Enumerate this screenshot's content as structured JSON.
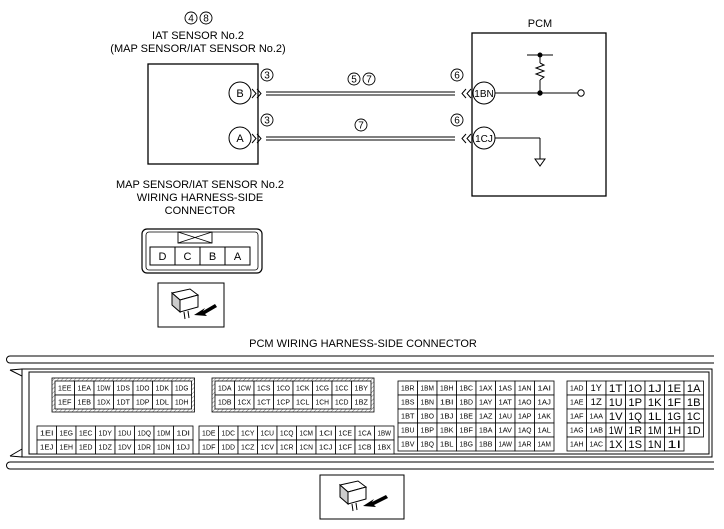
{
  "sensor": {
    "refs": [
      "4",
      "8"
    ],
    "title_line1": "IAT SENSOR No.2",
    "title_line2": "(MAP SENSOR/IAT SENSOR No.2)",
    "pin_b": "B",
    "pin_a": "A",
    "harness_title_line1": "MAP SENSOR/IAT SENSOR No.2",
    "harness_title_line2": "WIRING HARNESS-SIDE",
    "harness_title_line3": "CONNECTOR",
    "connector_terminals": [
      "D",
      "C",
      "B",
      "A"
    ]
  },
  "pcm": {
    "title": "PCM",
    "pin_1bn": "1BN",
    "pin_1cj": "1CJ",
    "harness_title": "PCM WIRING HARNESS-SIDE CONNECTOR"
  },
  "wires": {
    "upper": {
      "left_ref": "3",
      "mid_refs": [
        "5",
        "7"
      ],
      "right_ref": "6"
    },
    "lower": {
      "left_ref": "3",
      "mid_refs": [
        "7"
      ],
      "right_ref": "6"
    }
  },
  "pcm_connector": {
    "block1": [
      [
        "1EE",
        "1EA",
        "1DW",
        "1DS",
        "1DO",
        "1DK",
        "1DG"
      ],
      [
        "1EF",
        "1EB",
        "1DX",
        "1DT",
        "1DP",
        "1DL",
        "1DH"
      ]
    ],
    "block2": [
      [
        "1DA",
        "1CW",
        "1CS",
        "1CO",
        "1CK",
        "1CG",
        "1CC",
        "1BY"
      ],
      [
        "1DB",
        "1CX",
        "1CT",
        "1CP",
        "1CL",
        "1CH",
        "1CD",
        "1BZ"
      ]
    ],
    "block3": [
      [
        "1EI",
        "1EG",
        "1EC",
        "1DY",
        "1DU",
        "1DQ",
        "1DM",
        "1DI"
      ],
      [
        "1EJ",
        "1EH",
        "1ED",
        "1DZ",
        "1DV",
        "1DR",
        "1DN",
        "1DJ"
      ]
    ],
    "block4": [
      [
        "1DE",
        "1DC",
        "1CY",
        "1CU",
        "1CQ",
        "1CM",
        "1CI",
        "1CE",
        "1CA",
        "1BW"
      ],
      [
        "1DF",
        "1DD",
        "1CZ",
        "1CV",
        "1CR",
        "1CN",
        "1CJ",
        "1CF",
        "1CB",
        "1BX"
      ]
    ],
    "block5": [
      [
        "1BR",
        "1BM",
        "1BH",
        "1BC",
        "1AX",
        "1AS",
        "1AN",
        "1AI"
      ],
      [
        "1BS",
        "1BN",
        "1BI",
        "1BD",
        "1AY",
        "1AT",
        "1AO",
        "1AJ"
      ],
      [
        "1BT",
        "1BO",
        "1BJ",
        "1BE",
        "1AZ",
        "1AU",
        "1AP",
        "1AK"
      ],
      [
        "1BU",
        "1BP",
        "1BK",
        "1BF",
        "1BA",
        "1AV",
        "1AQ",
        "1AL"
      ],
      [
        "1BV",
        "1BQ",
        "1BL",
        "1BG",
        "1BB",
        "1AW",
        "1AR",
        "1AM"
      ]
    ],
    "block6": [
      [
        "1AD",
        "1Y",
        "1T",
        "1O",
        "1J",
        "1E",
        "1A"
      ],
      [
        "1AE",
        "1Z",
        "1U",
        "1P",
        "1K",
        "1F",
        "1B"
      ],
      [
        "1AF",
        "1AA",
        "1V",
        "1Q",
        "1L",
        "1G",
        "1C"
      ],
      [
        "1AG",
        "1AB",
        "1W",
        "1R",
        "1M",
        "1H",
        "1D"
      ],
      [
        "1AH",
        "1AC",
        "1X",
        "1S",
        "1N",
        "1I",
        ""
      ]
    ]
  }
}
